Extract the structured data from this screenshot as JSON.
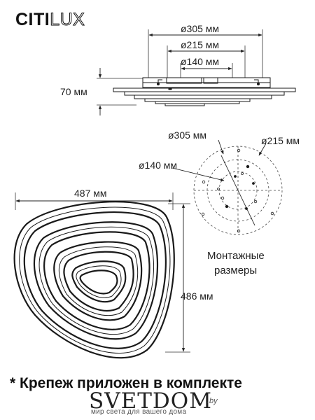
{
  "brand_logo": {
    "part1": "CITI",
    "part2": "LUX"
  },
  "side_view": {
    "dim_305": "ø305 мм",
    "dim_215": "ø215 мм",
    "dim_140": "ø140 мм",
    "height": "70 мм"
  },
  "mount_view": {
    "dim_305": "ø305 мм",
    "dim_215": "ø215 мм",
    "dim_140": "ø140 мм",
    "caption_line1": "Монтажные",
    "caption_line2": "размеры"
  },
  "top_view": {
    "width": "487 мм",
    "depth": "486 мм"
  },
  "footnote": "* Крепеж приложен в комплекте",
  "watermark": {
    "name": "SVETDOM",
    "domain": ".by",
    "tagline": "мир света для вашего дома"
  },
  "colors": {
    "ink": "#1a1a1a",
    "watermark_green": "#3d8b3d"
  }
}
